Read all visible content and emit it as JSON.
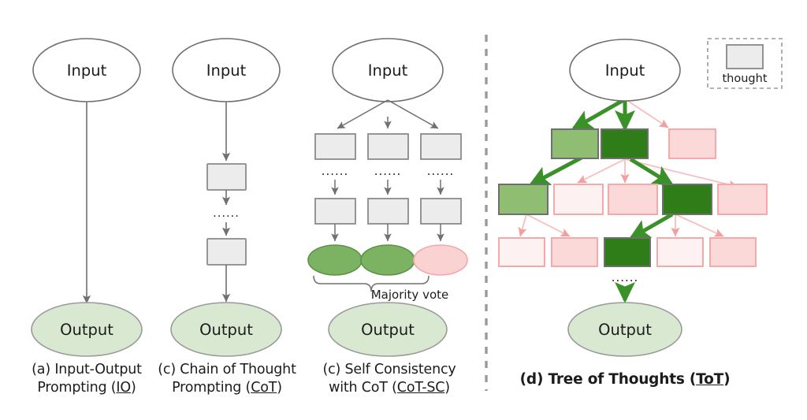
{
  "figure": {
    "panels": [
      {
        "id": "io",
        "caption_line1": "(a) Input-Output",
        "caption_line2_pre": "Prompting (",
        "caption_line2_abbr": "IO",
        "caption_line2_post": ")",
        "input_label": "Input",
        "output_label": "Output"
      },
      {
        "id": "cot",
        "caption_line1": "(c) Chain of Thought",
        "caption_line2_pre": "Prompting (",
        "caption_line2_abbr": "CoT",
        "caption_line2_post": ")",
        "input_label": "Input",
        "output_label": "Output",
        "ellipsis": "......"
      },
      {
        "id": "cot-sc",
        "caption_line1": "(c) Self Consistency",
        "caption_line2_pre": "with CoT (",
        "caption_line2_abbr": "CoT-SC",
        "caption_line2_post": ")",
        "input_label": "Input",
        "output_label": "Output",
        "majority_vote_label": "Majority vote",
        "ellipsis": "......"
      },
      {
        "id": "tot",
        "caption_pre": "(d) Tree of Thoughts (",
        "caption_abbr": "ToT",
        "caption_post": ")",
        "input_label": "Input",
        "output_label": "Output",
        "ellipsis": "......"
      }
    ],
    "legend": {
      "label": "thought",
      "swatch_fill": "#ececec",
      "swatch_stroke": "#888888",
      "box_stroke": "#9a9a9a"
    },
    "colors": {
      "thought_gray_fill": "#ececec",
      "thought_gray_stroke": "#8a8a8a",
      "ellipse_white_fill": "#ffffff",
      "ellipse_stroke": "#6f6f6f",
      "output_fill": "#d9e8d0",
      "output_stroke": "#9a9a9a",
      "green_mid_fill": "#7cb363",
      "green_mid_stroke": "#5d9148",
      "pink_ellipse_fill": "#fbd2d2",
      "pink_ellipse_stroke": "#f3a8a8",
      "tot_green_light": "#8fbd72",
      "tot_green_dark": "#2f7d18",
      "tot_node_stroke_dark": "#6f6f6f",
      "tot_pink_fill": "#fbd9d9",
      "tot_pink_pale": "#fdf2f1",
      "tot_pink_stroke": "#f4aaaa",
      "arrow_gray": "#707070",
      "arrow_green": "#3a9128",
      "arrow_pink": "#f9bdbd",
      "divider": "#9a9a9a"
    },
    "tot_tree": {
      "root": "Input",
      "rows": [
        {
          "nodes": [
            {
              "state": "green-light"
            },
            {
              "state": "green-dark"
            },
            {
              "state": "pink"
            }
          ]
        },
        {
          "nodes": [
            {
              "state": "green-light"
            },
            {
              "state": "pink-pale"
            },
            {
              "state": "pink"
            },
            {
              "state": "green-dark"
            },
            {
              "state": "pink"
            }
          ]
        },
        {
          "nodes": [
            {
              "state": "pink-pale"
            },
            {
              "state": "pink"
            },
            {
              "state": "green-dark"
            },
            {
              "state": "pink-pale"
            },
            {
              "state": "pink"
            }
          ]
        }
      ]
    },
    "cot_sc": {
      "branches": 3,
      "leaf_states": [
        "green",
        "green",
        "pink"
      ]
    }
  }
}
